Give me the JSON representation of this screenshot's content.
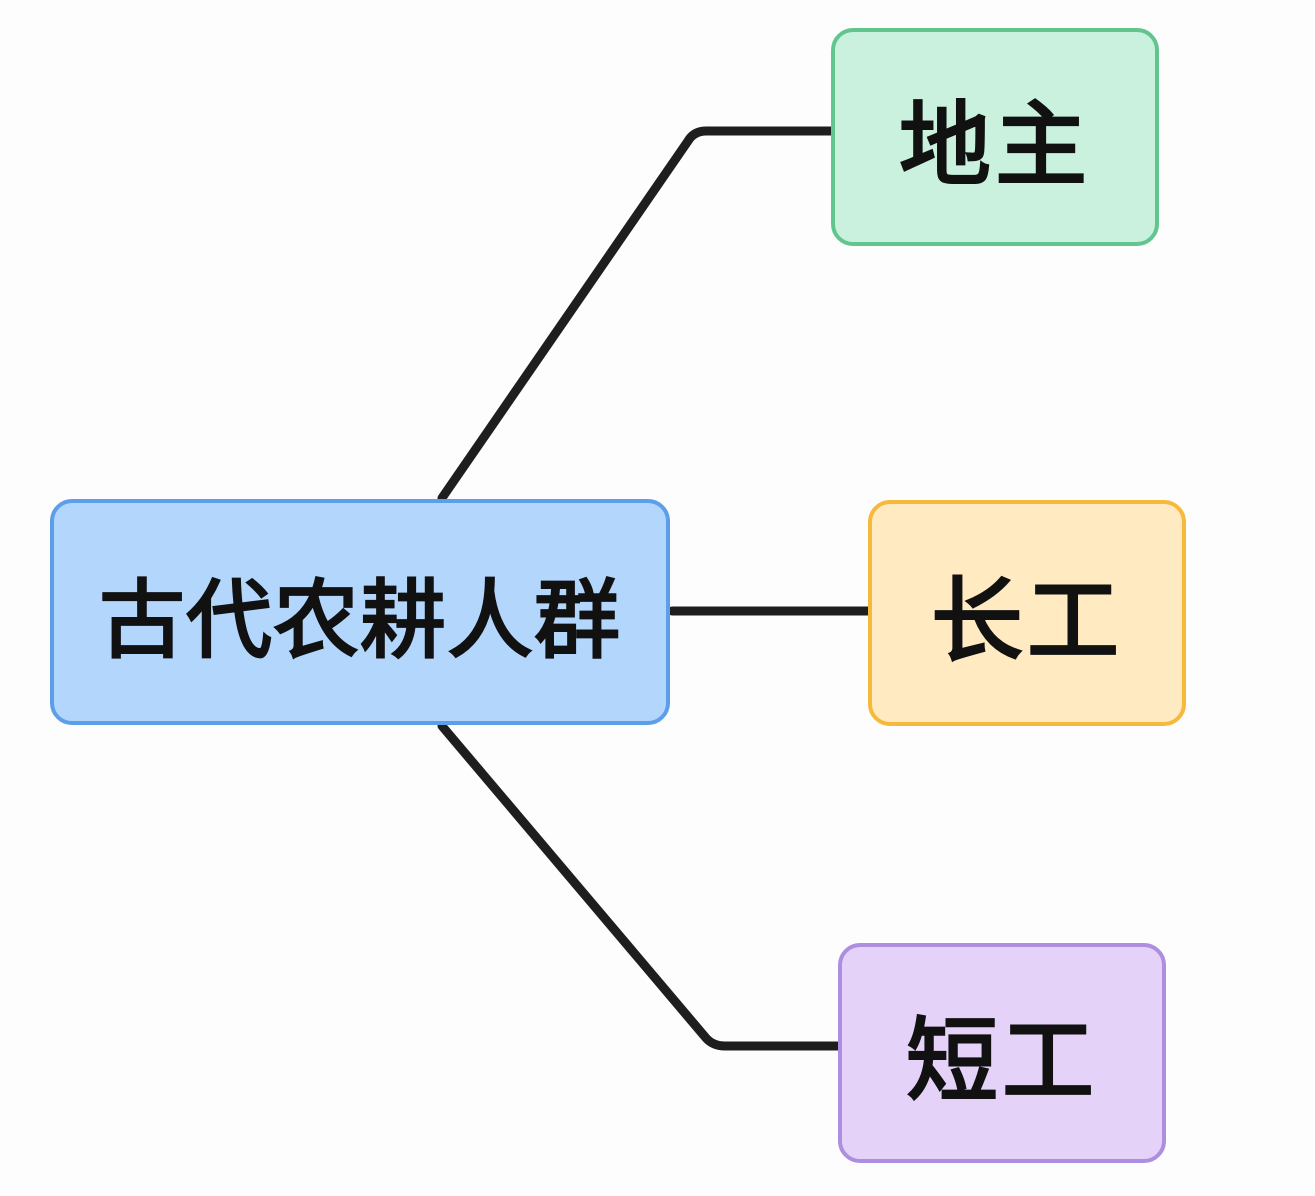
{
  "root": {
    "label": "古代农耕人群",
    "fill": "#b3d6fd",
    "border": "#5c9ee8"
  },
  "children": [
    {
      "label": "地主",
      "fill": "#c9f1dd",
      "border": "#63c58e"
    },
    {
      "label": "长工",
      "fill": "#ffeac2",
      "border": "#f6b93c"
    },
    {
      "label": "短工",
      "fill": "#e4d2f8",
      "border": "#ad8ee0"
    }
  ],
  "connector_color": "#1e1e1e"
}
